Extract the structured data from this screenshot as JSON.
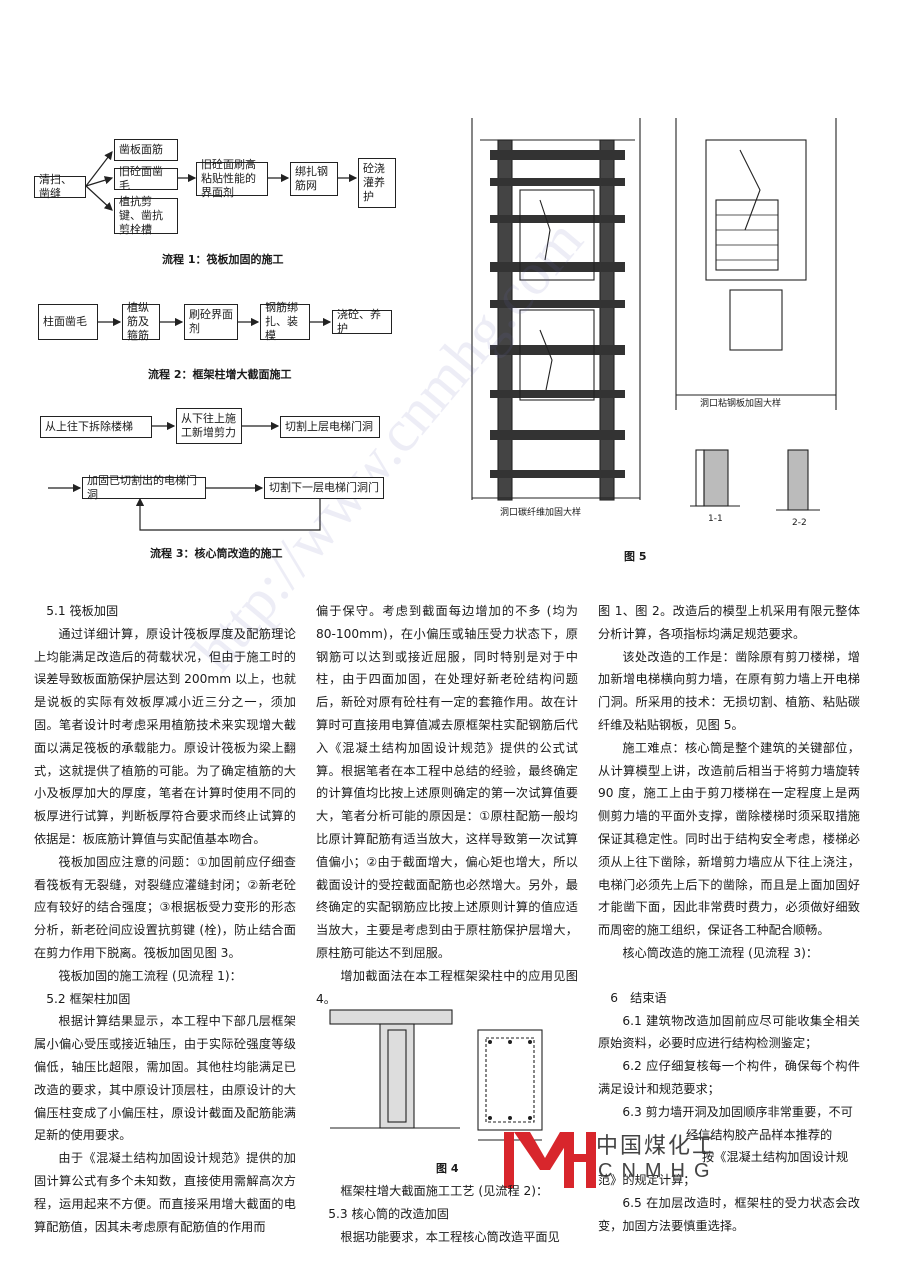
{
  "flow1": {
    "start": "清扫、凿缝",
    "branch1": "凿板面筋",
    "branch2": "旧砼面凿毛",
    "branch3": "植抗剪键、凿抗剪栓槽",
    "step2": "旧砼面刷高粘贴性能的界面剂",
    "step3": "绑扎钢筋网",
    "step4": "砼浇灌养护",
    "caption": "流程 1：筏板加固的施工"
  },
  "flow2": {
    "steps": [
      "柱面凿毛",
      "植纵筋及箍筋",
      "刷砼界面剂",
      "钢筋绑扎、装模",
      "浇砼、养护"
    ],
    "caption": "流程 2：框架柱增大截面施工"
  },
  "flow3": {
    "a": "从上往下拆除楼梯",
    "b": "从下往上施工新增剪力",
    "c": "切割上层电梯门洞",
    "d": "加固已切割出的电梯门洞",
    "e": "切割下一层电梯门洞门",
    "caption": "流程 3：核心筒改造的施工"
  },
  "fig5": {
    "caption": "图 5",
    "label_left": "洞口碳纤维加固大样",
    "label_right": "洞口粘钢板加固大样",
    "sec1": "1-1",
    "sec2": "2-2"
  },
  "fig4": {
    "caption": "图 4"
  },
  "col1": {
    "h1": "5.1 筏板加固",
    "p1": "通过详细计算，原设计筏板厚度及配筋理论上均能满足改造后的荷载状况，但由于施工时的误差导致板面筋保护层达到 200mm 以上，也就是说板的实际有效板厚减小近三分之一，须加固。笔者设计时考虑采用植筋技术来实现增大截面以满足筏板的承载能力。原设计筏板为梁上翻式，这就提供了植筋的可能。为了确定植筋的大小及板厚加大的厚度，笔者在计算时使用不同的板厚进行试算，判断板厚符合要求而终止试算的依据是：板底筋计算值与实配值基本吻合。",
    "p2": "筏板加固应注意的问题：①加固前应仔细查看筏板有无裂缝，对裂缝应灌缝封闭；②新老砼应有较好的结合强度；③根据板受力变形的形态分析，新老砼间应设置抗剪键 (栓)，防止结合面在剪力作用下脱离。筏板加固见图 3。",
    "p3": "筏板加固的施工流程 (见流程 1)：",
    "h2": "5.2 框架柱加固",
    "p4": "根据计算结果显示，本工程中下部几层框架属小偏心受压或接近轴压，由于实际砼强度等级偏低，轴压比超限，需加固。其他柱均能满足已改造的要求，其中原设计顶层柱，由原设计的大偏压柱变成了小偏压柱，原设计截面及配筋能满足新的使用要求。",
    "p5": "由于《混凝土结构加固设计规范》提供的加固计算公式有多个未知数，直接使用需解高次方程，运用起来不方便。而直接采用增大截面的电算配筋值，因其未考虑原有配筋值的作用而"
  },
  "col2": {
    "p1": "偏于保守。考虑到截面每边增加的不多 (均为 80-100mm)，在小偏压或轴压受力状态下，原钢筋可以达到或接近屈服，同时特别是对于中柱，由于四面加固，在处理好新老砼结构问题后，新砼对原有砼柱有一定的套箍作用。故在计算时可直接用电算值减去原框架柱实配钢筋后代入《混凝土结构加固设计规范》提供的公式试算。根据笔者在本工程中总结的经验，最终确定的计算值均比按上述原则确定的第一次试算值要大，笔者分析可能的原因是：①原柱配筋一般均比原计算配筋有适当放大，这样导致第一次试算值偏小；②由于截面增大，偏心矩也增大，所以截面设计的受控截面配筋也必然增大。另外，最终确定的实配钢筋应比按上述原则计算的值应适当放大，主要是考虑到由于原柱筋保护层增大，原柱筋可能达不到屈服。",
    "p2": "增加截面法在本工程框架梁柱中的应用见图 4。",
    "p3": "框架柱增大截面施工工艺 (见流程 2)：",
    "h1": "5.3 核心筒的改造加固",
    "p4": "根据功能要求，本工程核心筒改造平面见"
  },
  "col3": {
    "p1": "图 1、图 2。改造后的模型上机采用有限元整体分析计算，各项指标均满足规范要求。",
    "p2": "该处改造的工作是：凿除原有剪刀楼梯，增加新增电梯横向剪力墙，在原有剪力墙上开电梯门洞。所采用的技术：无损切割、植筋、粘贴碳纤维及粘贴钢板，见图 5。",
    "p3": "施工难点：核心筒是整个建筑的关键部位，从计算模型上讲，改造前后相当于将剪力墙旋转 90 度，施工上由于剪刀楼梯在一定程度上是两侧剪力墙的平面外支撑，凿除楼梯时须采取措施保证其稳定性。同时出于结构安全考虑，楼梯必须从上往下凿除，新增剪力墙应从下往上浇注，电梯门必须先上后下的凿除，而且是上面加固好才能凿下面，因此非常费时费力，必须做好细致而周密的施工组织，保证各工种配合顺畅。",
    "p4": "核心筒改造的施工流程 (见流程 3)：",
    "h1": "6　结束语",
    "p5": "6.1 建筑物改造加固前应尽可能收集全相关原始资料，必要时应进行结构检测鉴定；",
    "p6": "6.2 应仔细复核每一个构件，确保每个构件满足设计和规范要求；",
    "p7": "6.3 剪力墙开洞及加固顺序非常重要，不可",
    "p8": "经信结构胶产品样本推荐的",
    "p9": "按《混凝土结构加固设计规",
    "p10": "范》的规定计算；",
    "p11": "6.5 在加层改造时，框架柱的受力状态会改变，加固方法要慎重选择。"
  },
  "watermark": "http://www.cnmhg.com",
  "logo": {
    "cn": "中国煤化工",
    "en": "CNMHG",
    "mark_color": "#d8262c"
  }
}
